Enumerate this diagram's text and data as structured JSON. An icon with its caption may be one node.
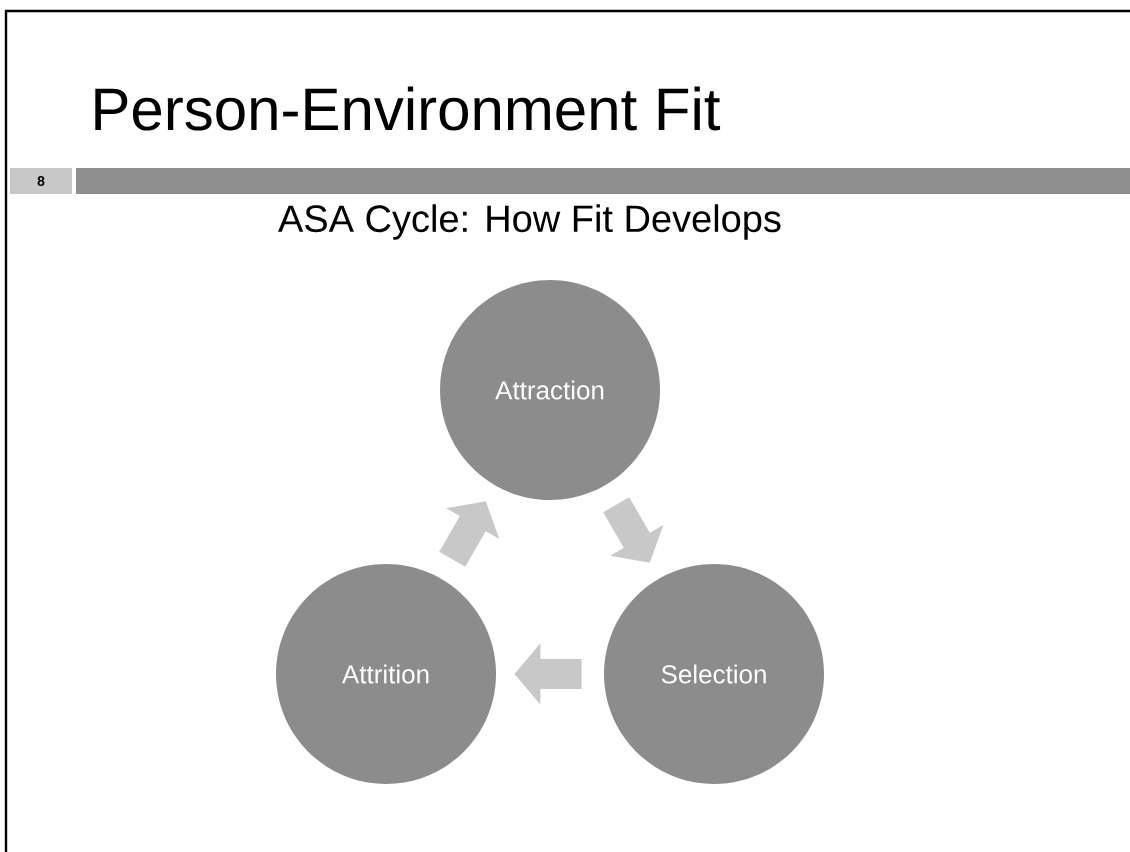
{
  "diagram": {
    "title": "Person-Environment Fit",
    "nodes": [
      {
        "text": [
          "Attraction"
        ]
      },
      {
        "text": [
          "Selection"
        ]
      },
      {
        "text": [
          "Attrition"
        ]
      }
    ],
    "edges": [
      {
        "from": 0,
        "to": 1,
        "arrow": "to"
      },
      {
        "from": 1,
        "to": 2,
        "arrow": "to"
      },
      {
        "from": 2,
        "to": 0,
        "arrow": "to"
      }
    ],
    "labels": [
      "8",
      "ASA Cycle: How Fit Develops"
    ]
  }
}
